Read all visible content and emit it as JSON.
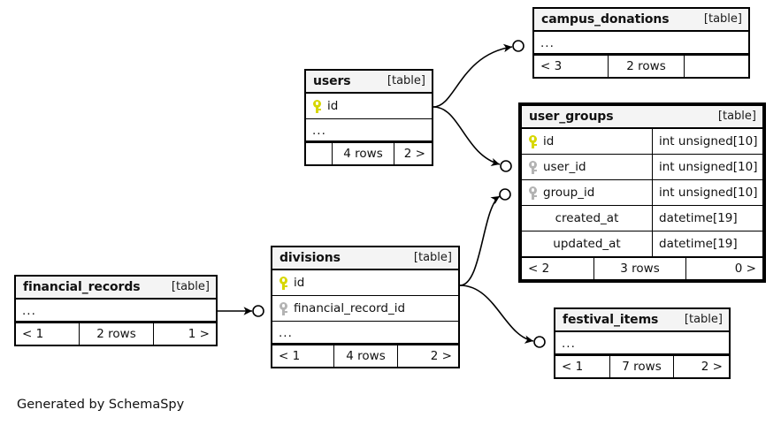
{
  "diagram": {
    "caption": "Generated by SchemaSpy",
    "kind_label": "[table]",
    "ellipsis": "...",
    "colors": {
      "primary_key": "#d7d700",
      "foreign_key": "#b3b3b3",
      "header_background": "#f4f4f4",
      "border": "#000000",
      "background": "#ffffff"
    }
  },
  "tables": {
    "campus_donations": {
      "name": "campus_donations",
      "kind": "[table]",
      "highlighted": false,
      "columns": [
        {
          "icon": "none",
          "name": "...",
          "type": ""
        }
      ],
      "footer": {
        "left": "< 3",
        "middle": "2 rows",
        "right": ""
      }
    },
    "users": {
      "name": "users",
      "kind": "[table]",
      "highlighted": false,
      "columns": [
        {
          "icon": "primary-key-icon",
          "name": "id",
          "type": ""
        },
        {
          "icon": "none",
          "name": "...",
          "type": ""
        }
      ],
      "footer": {
        "left": "",
        "middle": "4 rows",
        "right": "2 >"
      }
    },
    "user_groups": {
      "name": "user_groups",
      "kind": "[table]",
      "highlighted": true,
      "columns": [
        {
          "icon": "primary-key-icon",
          "name": "id",
          "type": "int unsigned[10]"
        },
        {
          "icon": "foreign-key-icon",
          "name": "user_id",
          "type": "int unsigned[10]"
        },
        {
          "icon": "foreign-key-icon",
          "name": "group_id",
          "type": "int unsigned[10]"
        },
        {
          "icon": "none",
          "name": "created_at",
          "type": "datetime[19]"
        },
        {
          "icon": "none",
          "name": "updated_at",
          "type": "datetime[19]"
        }
      ],
      "footer": {
        "left": "< 2",
        "middle": "3 rows",
        "right": "0 >"
      }
    },
    "divisions": {
      "name": "divisions",
      "kind": "[table]",
      "highlighted": false,
      "columns": [
        {
          "icon": "primary-key-icon",
          "name": "id",
          "type": ""
        },
        {
          "icon": "foreign-key-icon",
          "name": "financial_record_id",
          "type": ""
        },
        {
          "icon": "none",
          "name": "...",
          "type": ""
        }
      ],
      "footer": {
        "left": "< 1",
        "middle": "4 rows",
        "right": "2 >"
      }
    },
    "financial_records": {
      "name": "financial_records",
      "kind": "[table]",
      "highlighted": false,
      "columns": [
        {
          "icon": "none",
          "name": "...",
          "type": ""
        }
      ],
      "footer": {
        "left": "< 1",
        "middle": "2 rows",
        "right": "1 >"
      }
    },
    "festival_items": {
      "name": "festival_items",
      "kind": "[table]",
      "highlighted": false,
      "columns": [
        {
          "icon": "none",
          "name": "...",
          "type": ""
        }
      ],
      "footer": {
        "left": "< 1",
        "middle": "7 rows",
        "right": "2 >"
      }
    }
  },
  "relationships": [
    {
      "from": "users",
      "to": "campus_donations",
      "style": "curved"
    },
    {
      "from": "users",
      "to": "user_groups.user_id",
      "style": "curved"
    },
    {
      "from": "divisions",
      "to": "user_groups.group_id",
      "style": "curved"
    },
    {
      "from": "divisions",
      "to": "festival_items",
      "style": "curved"
    },
    {
      "from": "financial_records",
      "to": "divisions.financial_record_id",
      "style": "straight"
    }
  ]
}
